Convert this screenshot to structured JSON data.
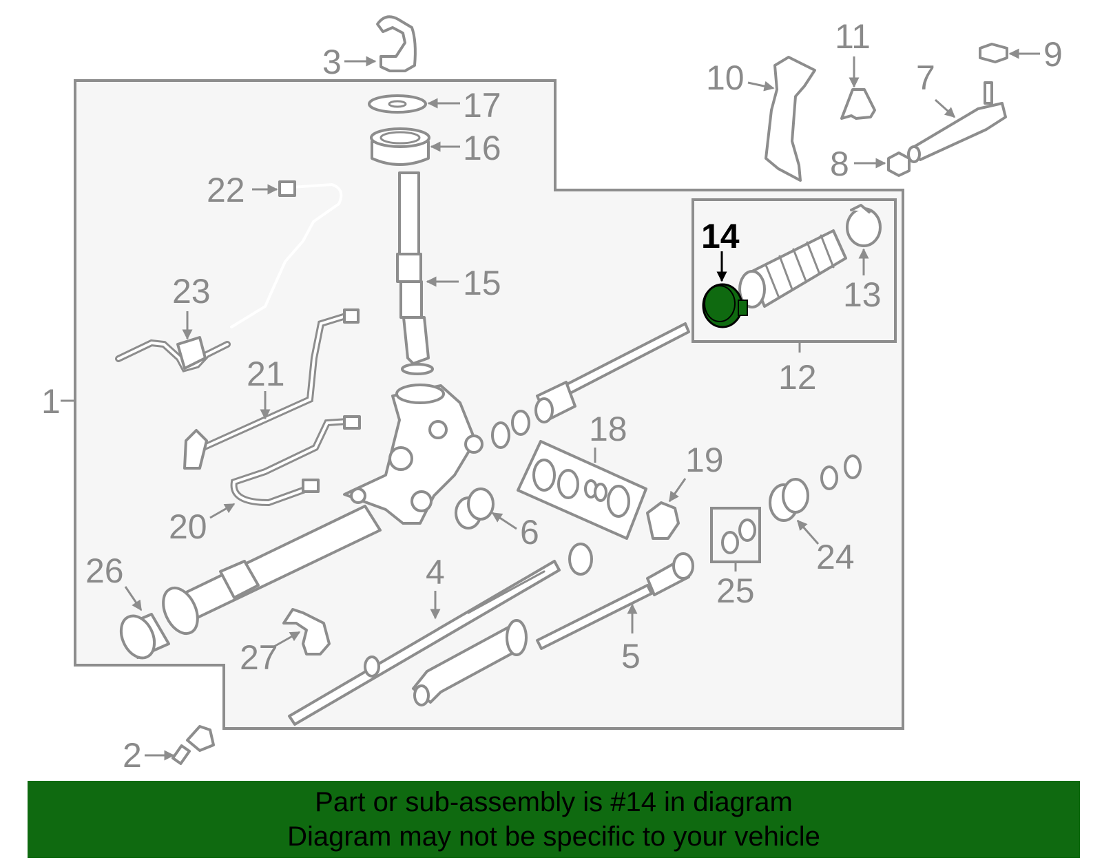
{
  "highlighted_part": "14",
  "callouts": {
    "c1": "1",
    "c2": "2",
    "c3": "3",
    "c4": "4",
    "c5": "5",
    "c6": "6",
    "c7": "7",
    "c8": "8",
    "c9": "9",
    "c10": "10",
    "c11": "11",
    "c12": "12",
    "c13": "13",
    "c14": "14",
    "c15": "15",
    "c16": "16",
    "c17": "17",
    "c18": "18",
    "c19": "19",
    "c20": "20",
    "c21": "21",
    "c22": "22",
    "c23": "23",
    "c24": "24",
    "c25": "25",
    "c26": "26",
    "c27": "27"
  },
  "banner": {
    "line1": "Part or sub-assembly is #14 in diagram",
    "line2": "Diagram may not be specific to your vehicle"
  },
  "colors": {
    "banner_bg": "#0f6a10",
    "highlight_part": "#0f6a10",
    "line_gray": "#8d8d8d",
    "frame_fill": "#f6f6f6"
  }
}
